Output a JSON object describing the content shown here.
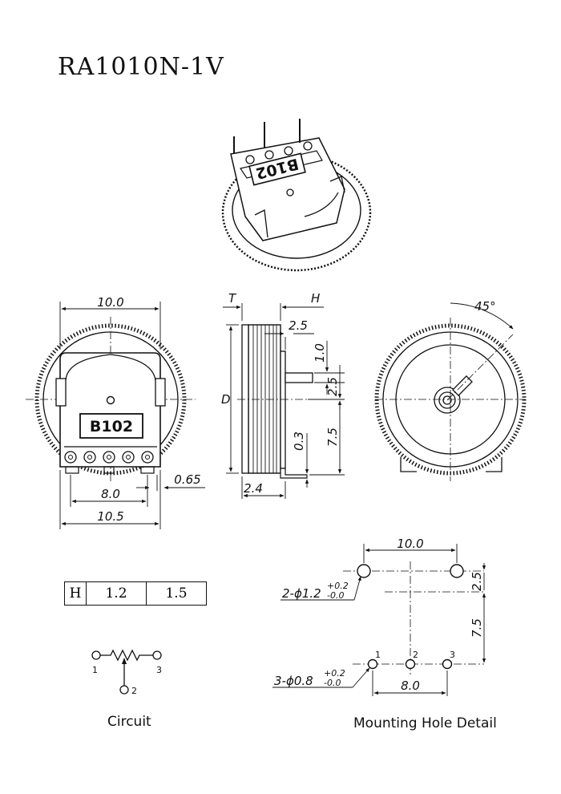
{
  "title": "RA1010N-1V",
  "part_label": "B102",
  "part_label_flipped": "B102",
  "front_view": {
    "dim_width_top": "10.0",
    "dim_pin_span": "8.0",
    "dim_offset": "0.65",
    "dim_width_bottom": "10.5"
  },
  "side_view": {
    "label_T": "T",
    "label_H": "H",
    "label_D": "D",
    "dim_a": "2.5",
    "dim_b": "1.0",
    "dim_c": "2.5",
    "dim_d": "7.5",
    "dim_e": "0.3",
    "dim_f": "2.4"
  },
  "rear_view": {
    "angle": "45°"
  },
  "h_table": {
    "header": "H",
    "values": [
      "1.2",
      "1.5"
    ]
  },
  "circuit": {
    "caption": "Circuit",
    "pins": [
      "1",
      "2",
      "3"
    ]
  },
  "mounting": {
    "caption": "Mounting Hole Detail",
    "top_span": "10.0",
    "vertical_a": "2.5",
    "vertical_b": "7.5",
    "bottom_span": "8.0",
    "big_hole_prefix": "2-ϕ1.2",
    "big_hole_tol_plus": "+0.2",
    "big_hole_tol_minus": "-0.0",
    "small_hole_prefix": "3-ϕ0.8",
    "small_hole_tol_plus": "+0.2",
    "small_hole_tol_minus": "-0.0",
    "pins": [
      "1",
      "2",
      "3"
    ]
  }
}
